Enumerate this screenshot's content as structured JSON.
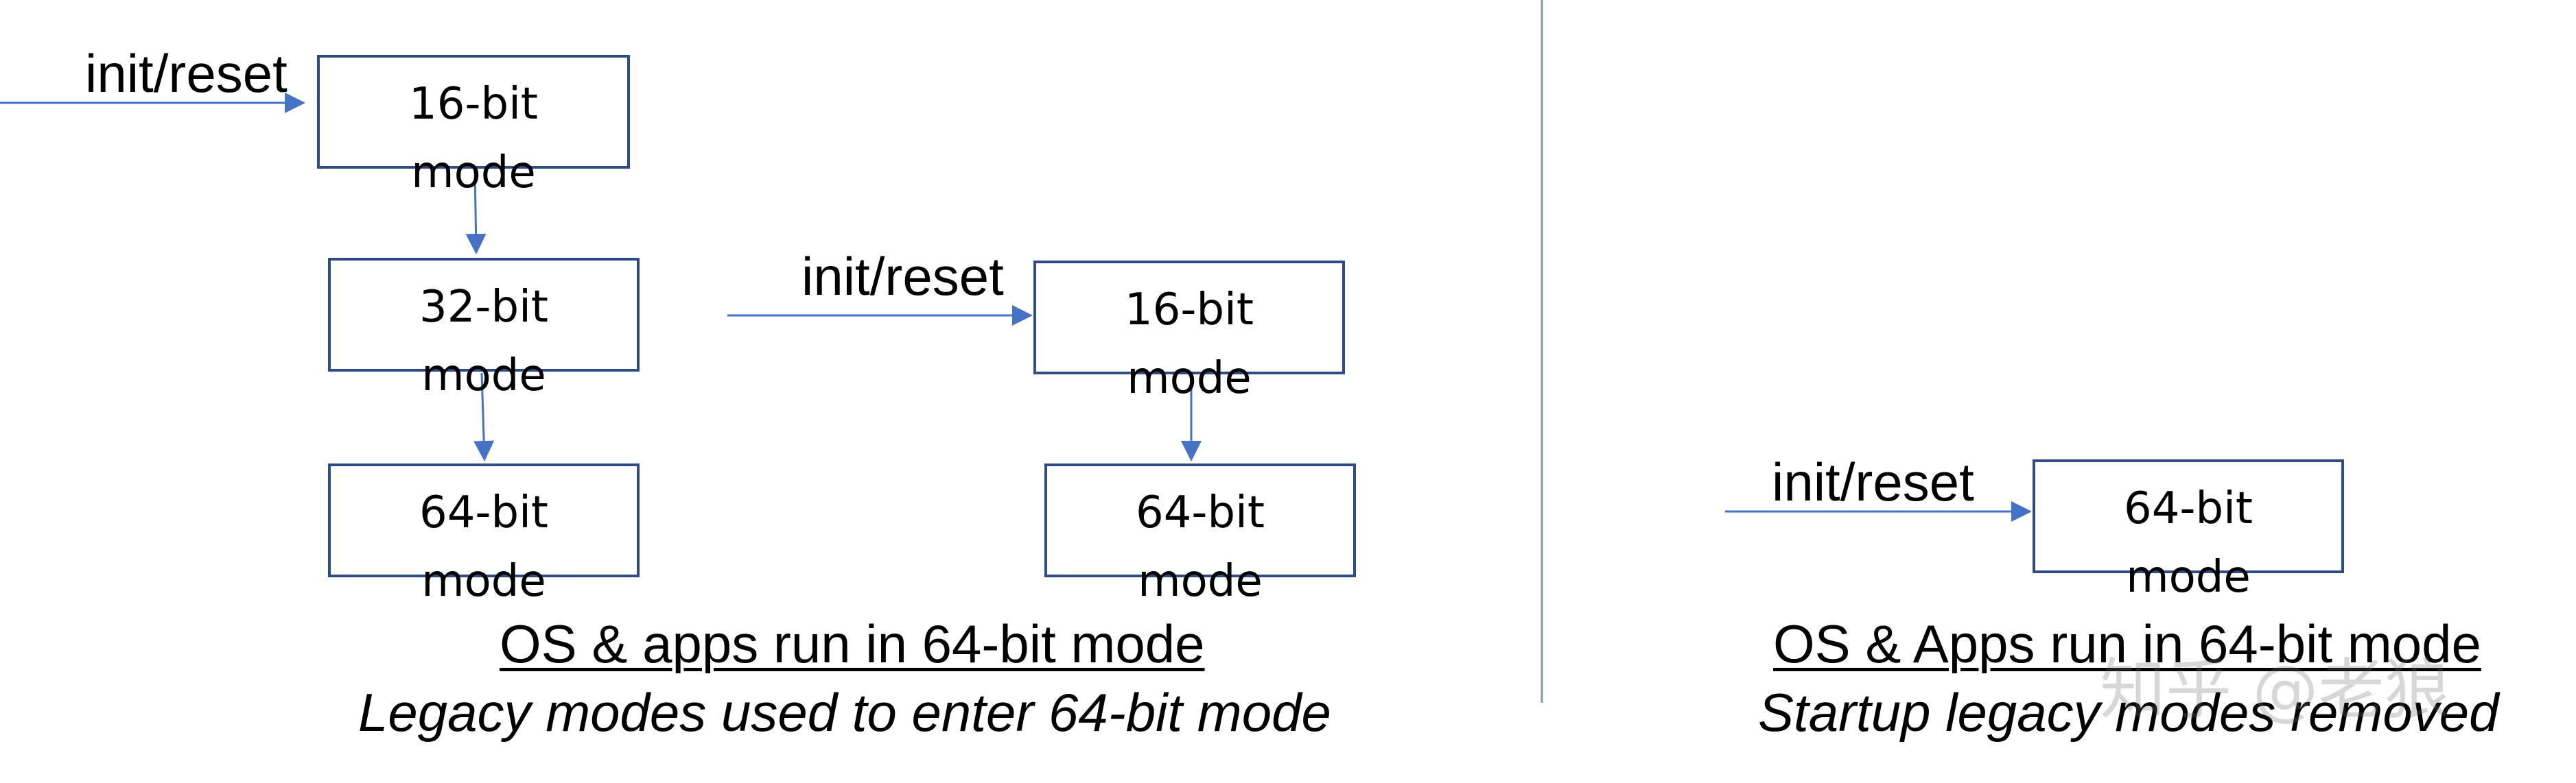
{
  "left_panel": {
    "path_a": {
      "entry_label": "init/reset",
      "box_16": [
        "16-bit",
        "mode"
      ],
      "box_32": [
        "32-bit",
        "mode"
      ],
      "box_64": [
        "64-bit",
        "mode"
      ]
    },
    "path_b": {
      "entry_label": "init/reset",
      "box_16": [
        "16-bit",
        "mode"
      ],
      "box_64": [
        "64-bit",
        "mode"
      ]
    },
    "caption_title": "OS & apps run in 64-bit mode",
    "caption_subtitle": "Legacy modes used to enter 64-bit mode"
  },
  "right_panel": {
    "entry_label": "init/reset",
    "box_64": [
      "64-bit",
      "mode"
    ],
    "caption_title": "OS & Apps run in 64-bit mode",
    "caption_subtitle": "Startup legacy modes removed"
  },
  "watermark": "知乎 @老狼",
  "colors": {
    "arrow": "#4472C4",
    "box_border": "#2F4C87",
    "divider": "#8497B0"
  }
}
